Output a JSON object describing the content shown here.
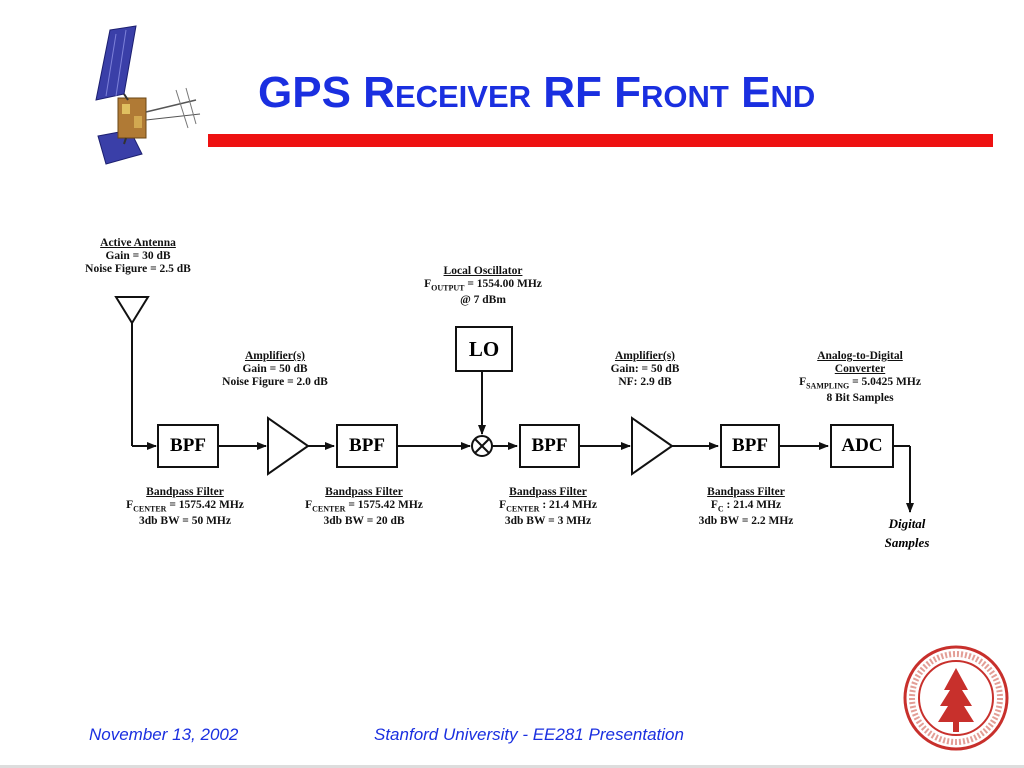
{
  "slide": {
    "title_parts": [
      {
        "text": "GPS ",
        "small": false
      },
      {
        "text": "R",
        "small": false
      },
      {
        "text": "eceiver",
        "small": true
      },
      {
        "text": " RF F",
        "small": false
      },
      {
        "text": "ront",
        "small": true
      },
      {
        "text": " E",
        "small": false
      },
      {
        "text": "nd",
        "small": true
      }
    ],
    "footer_date": "November 13, 2002",
    "footer_center": "Stanford University - EE281 Presentation",
    "colors": {
      "title": "#1a2fe0",
      "bar": "#ee1111",
      "seal": "#c8302c"
    }
  },
  "diagram": {
    "antenna": {
      "heading": "Active Antenna",
      "lines": [
        "Gain = 30 dB",
        "Noise Figure = 2.5 dB"
      ]
    },
    "amp1": {
      "heading": "Amplifier(s)",
      "lines": [
        "Gain = 50 dB",
        "Noise Figure = 2.0 dB"
      ]
    },
    "lo": {
      "heading": "Local Oscillator",
      "line1": "= 1554.00 MHz",
      "line1_prefix": "F",
      "line1_sub": "OUTPUT",
      "line2": "@ 7 dBm",
      "box": "LO"
    },
    "amp2": {
      "heading": "Amplifier(s)",
      "lines": [
        "Gain: = 50 dB",
        "NF:  2.9 dB"
      ]
    },
    "adc": {
      "heading": "Analog-to-Digital",
      "heading2": "Converter",
      "line1_prefix": "F",
      "line1_sub": "SAMPLING",
      "line1": "= 5.0425 MHz",
      "line2": "8 Bit Samples",
      "box": "ADC"
    },
    "bpf_label": "BPF",
    "filters": [
      {
        "heading": "Bandpass Filter",
        "sub": "CENTER",
        "f": "= 1575.42 MHz",
        "bw": "3db BW = 50 MHz"
      },
      {
        "heading": "Bandpass Filter",
        "sub": "CENTER",
        "f": "= 1575.42 MHz",
        "bw": "3db BW = 20 dB"
      },
      {
        "heading": "Bandpass Filter",
        "sub": "CENTER",
        "f": ": 21.4 MHz",
        "bw": "3db BW = 3 MHz"
      },
      {
        "heading": "Bandpass Filter",
        "sub": "C",
        "f": ": 21.4 MHz",
        "bw": "3db BW = 2.2 MHz"
      }
    ],
    "output": {
      "line1": "Digital",
      "line2": "Samples"
    }
  }
}
